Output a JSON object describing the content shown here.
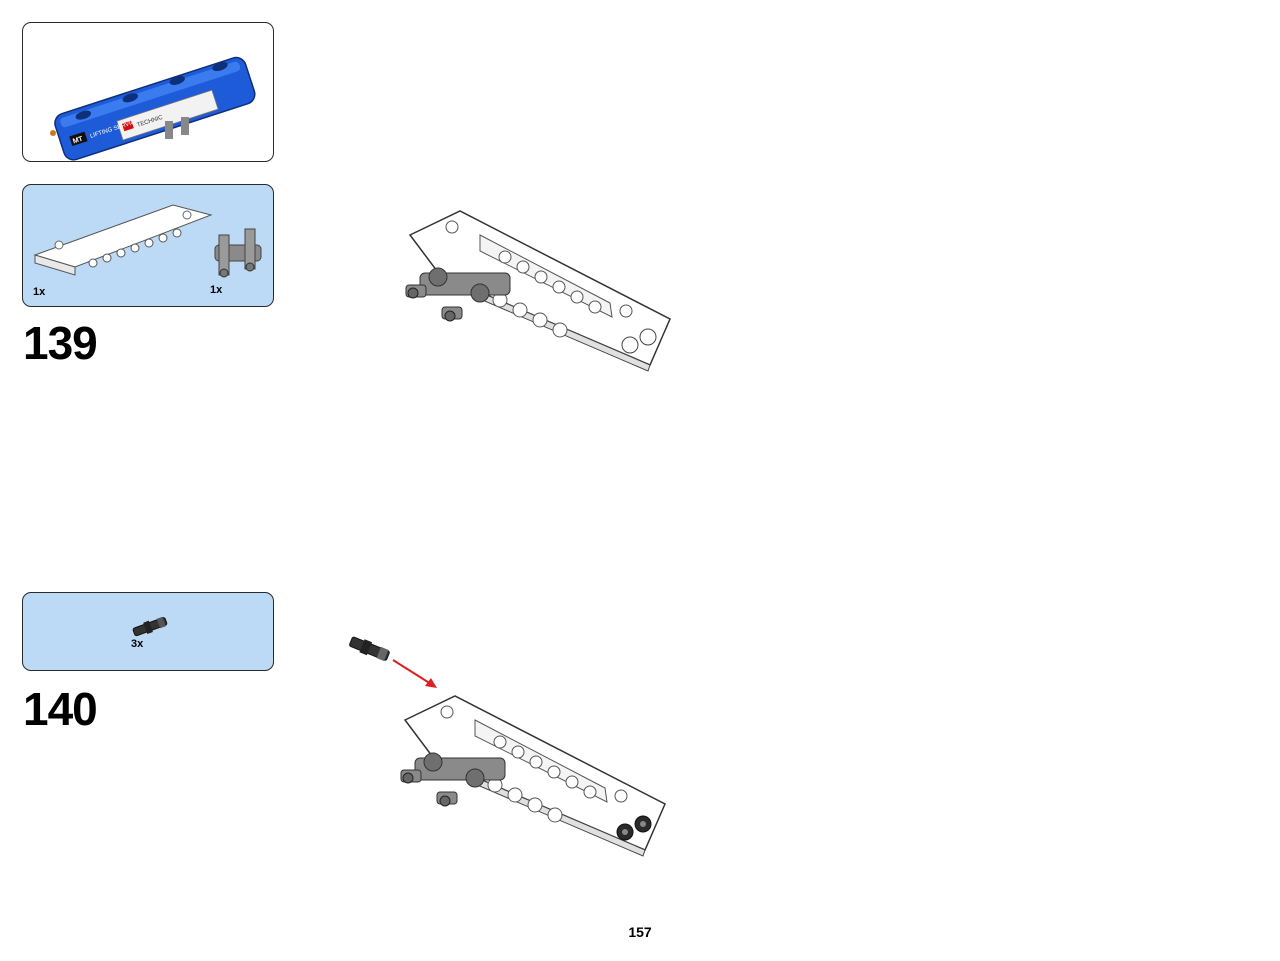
{
  "submodel_preview": {
    "title_badge": "MT",
    "decal_text": "LIFTING SERVICE",
    "brand_text": "TECHNIC"
  },
  "steps": [
    {
      "number": "139",
      "parts": [
        {
          "qty": "1x",
          "name": "white-panel-part"
        },
        {
          "qty": "1x",
          "name": "gray-connector-part"
        }
      ]
    },
    {
      "number": "140",
      "parts": [
        {
          "qty": "3x",
          "name": "black-axle-pin-part"
        }
      ]
    }
  ],
  "page_number": "157",
  "colors": {
    "parts_bg": "#bcd9f5",
    "lego_blue": "#1e5bd8",
    "arrow_red": "#e02020"
  }
}
